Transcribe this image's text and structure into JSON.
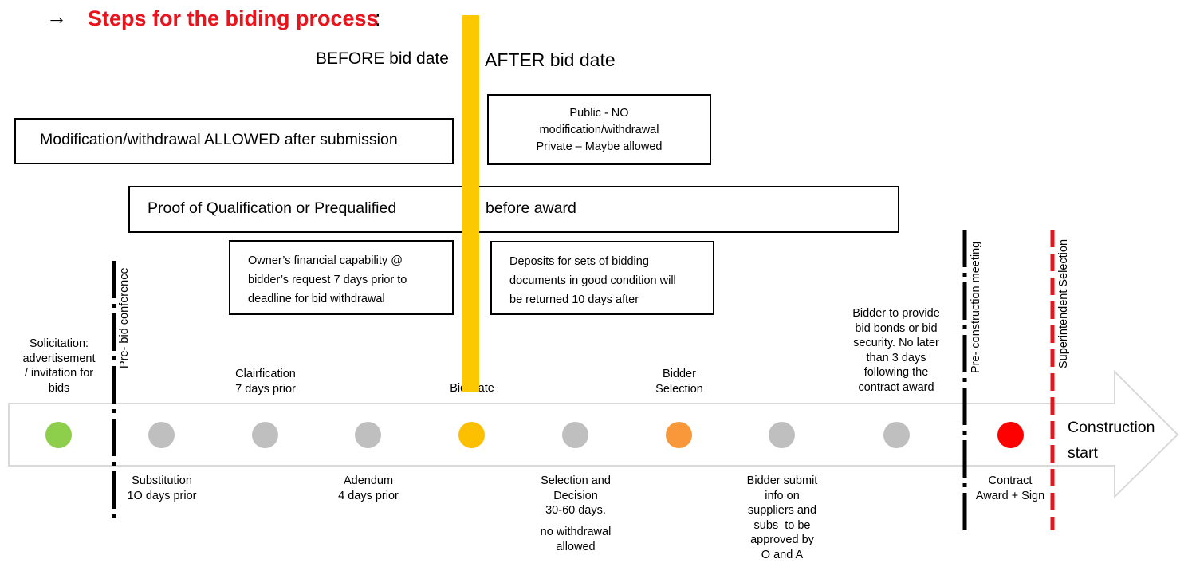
{
  "title": {
    "arrow": "→",
    "text": "Steps for the biding process",
    "colon": ":"
  },
  "phase_labels": {
    "before": "BEFORE bid date",
    "after": "AFTER bid date"
  },
  "boxes": {
    "modification": "Modification/withdrawal ALLOWED after submission",
    "public_private": [
      "Public - NO",
      "modification/withdrawal",
      "Private – Maybe allowed"
    ],
    "proof_left": "Proof of Qualification or Prequalified",
    "proof_right": "before award",
    "owner_financial": [
      "Owner’s financial capability @",
      "bidder’s request 7 days prior to",
      "deadline for bid withdrawal"
    ],
    "deposits": [
      "Deposits for sets of bidding",
      "documents in good condition will",
      "be returned 10 days after"
    ]
  },
  "vertical_markers": {
    "pre_bid": "Pre- bid conference",
    "pre_construction": "Pre- construction meeting",
    "superintendent": "Superintendent Selection"
  },
  "top_labels": {
    "solicitation": [
      "Solicitation:",
      "advertisement",
      "/ invitation for",
      "bids"
    ],
    "clarification": [
      "Clairfication",
      "7 days prior"
    ],
    "bid_date": "Bid Date",
    "bidder_selection": [
      "Bidder",
      "Selection"
    ],
    "bid_bonds": [
      "Bidder to provide",
      "bid bonds or bid",
      "security. No later",
      "than 3 days",
      "following the",
      "contract award"
    ]
  },
  "bottom_labels": {
    "substitution": [
      "Substitution",
      "1O days prior"
    ],
    "adendum": [
      "Adendum",
      "4 days prior"
    ],
    "selection_decision": [
      "Selection and",
      "Decision",
      "30-60 days."
    ],
    "no_withdrawal": [
      "no withdrawal",
      "allowed"
    ],
    "bidder_submit": [
      "Bidder submit",
      "info on",
      "suppliers and",
      "subs  to be",
      "approved by",
      "O and A"
    ],
    "contract": [
      "Contract",
      "Award + Sign"
    ]
  },
  "arrow_end": [
    "Construction",
    "start"
  ],
  "colors": {
    "title_red": "#e8131b",
    "bid_date_bar": "#fcc800",
    "start_dot": "#8dcf4a",
    "neutral_dot": "#bfbfbf",
    "bid_dot": "#fcc000",
    "selection_dot": "#f8983a",
    "award_dot": "#ff0000",
    "superintendent_line": "#e8131b"
  }
}
